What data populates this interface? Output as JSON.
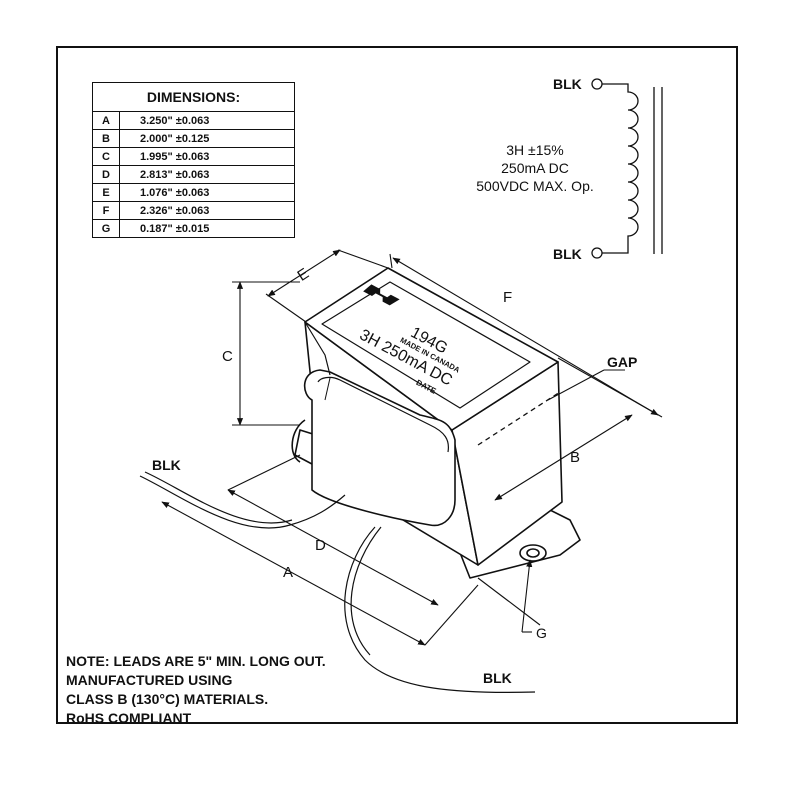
{
  "table": {
    "title": "DIMENSIONS:",
    "rows": [
      {
        "key": "A",
        "value": "3.250\"  ±0.063"
      },
      {
        "key": "B",
        "value": "2.000\"  ±0.125"
      },
      {
        "key": "C",
        "value": "1.995\"  ±0.063"
      },
      {
        "key": "D",
        "value": "2.813\"  ±0.063"
      },
      {
        "key": "E",
        "value": "1.076\"  ±0.063"
      },
      {
        "key": "F",
        "value": "2.326\"  ±0.063"
      },
      {
        "key": "G",
        "value": "0.187\"  ±0.015"
      }
    ]
  },
  "schematic": {
    "top_lead": "BLK",
    "bottom_lead": "BLK",
    "spec_lines": [
      "3H  ±15%",
      "250mA DC",
      "500VDC MAX. Op."
    ]
  },
  "part_label": {
    "part_number": "194G",
    "made_in": "MADE IN CANADA",
    "rating": "3H  250mA DC",
    "date": "DATE"
  },
  "callouts": {
    "A": "A",
    "B": "B",
    "C": "C",
    "D": "D",
    "E": "E",
    "F": "F",
    "G": "G",
    "gap": "GAP",
    "lead_left": "BLK",
    "lead_bottom": "BLK"
  },
  "note": {
    "lines": [
      "NOTE: LEADS ARE 5\" MIN. LONG OUT.",
      "MANUFACTURED USING",
      "CLASS B (130°C) MATERIALS.",
      "RoHS COMPLIANT"
    ]
  }
}
